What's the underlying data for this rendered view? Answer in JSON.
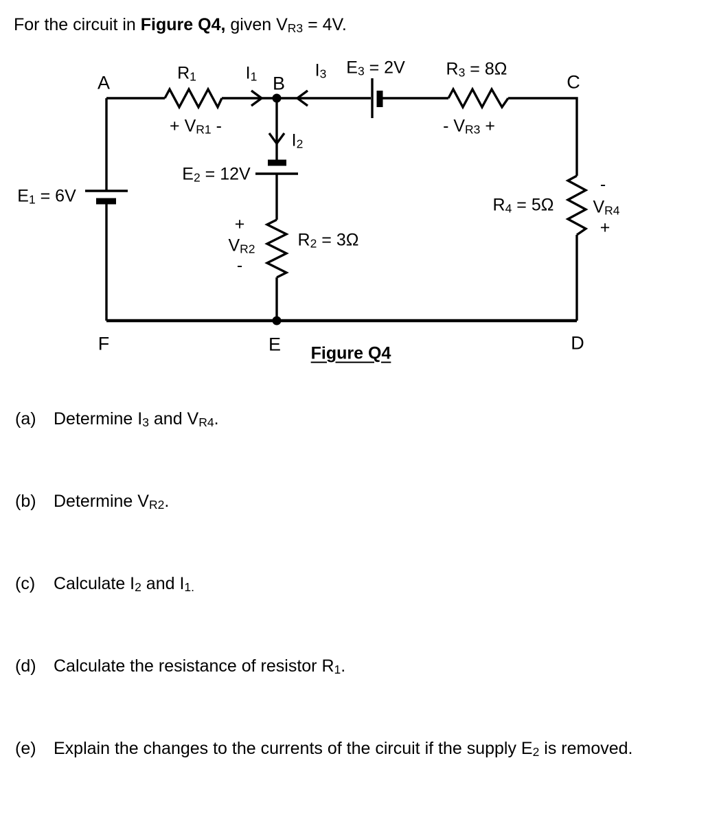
{
  "colors": {
    "ink": "#000000",
    "background": "#ffffff"
  },
  "title": {
    "parts": [
      {
        "t": "For the circuit in "
      },
      {
        "t": "Figure Q4,",
        "b": true
      },
      {
        "t": " given V"
      },
      {
        "t": "R3",
        "sub": true
      },
      {
        "t": " = 4V."
      }
    ]
  },
  "figure": {
    "caption": "Figure Q4",
    "nodes": {
      "a": "A",
      "b": "B",
      "c": "C",
      "d": "D",
      "e": "E",
      "f": "F"
    },
    "labels": {
      "r1": [
        {
          "t": "R"
        },
        {
          "t": "1",
          "sub": true
        }
      ],
      "i1": [
        {
          "t": "I"
        },
        {
          "t": "1",
          "sub": true
        }
      ],
      "i2": [
        {
          "t": "I"
        },
        {
          "t": "2",
          "sub": true
        }
      ],
      "i3": [
        {
          "t": "I"
        },
        {
          "t": "3",
          "sub": true
        }
      ],
      "e1": [
        {
          "t": "E"
        },
        {
          "t": "1",
          "sub": true
        },
        {
          "t": " = 6V"
        }
      ],
      "e2": [
        {
          "t": "E"
        },
        {
          "t": "2",
          "sub": true
        },
        {
          "t": " = 12V"
        }
      ],
      "e3": [
        {
          "t": "E"
        },
        {
          "t": "3",
          "sub": true
        },
        {
          "t": " = 2V"
        }
      ],
      "r2": [
        {
          "t": "R"
        },
        {
          "t": "2",
          "sub": true
        },
        {
          "t": " = 3Ω"
        }
      ],
      "r3": [
        {
          "t": "R"
        },
        {
          "t": "3",
          "sub": true
        },
        {
          "t": " = 8Ω"
        }
      ],
      "r4": [
        {
          "t": "R"
        },
        {
          "t": "4",
          "sub": true
        },
        {
          "t": " = 5Ω"
        }
      ],
      "vr1": [
        {
          "t": "+ V"
        },
        {
          "t": "R1",
          "sub": true
        },
        {
          "t": " -"
        }
      ],
      "vr3": [
        {
          "t": "- V"
        },
        {
          "t": "R3",
          "sub": true
        },
        {
          "t": " +"
        }
      ],
      "vr2_plus": "+",
      "vr2_name": [
        {
          "t": "V"
        },
        {
          "t": "R2",
          "sub": true
        }
      ],
      "vr2_minus": "-",
      "vr4_minus": "-",
      "vr4_name": [
        {
          "t": "V"
        },
        {
          "t": "R4",
          "sub": true
        }
      ],
      "vr4_plus": "+"
    }
  },
  "questions": [
    {
      "id": "(a)",
      "parts": [
        {
          "t": "Determine I"
        },
        {
          "t": "3",
          "sub": true
        },
        {
          "t": " and V"
        },
        {
          "t": "R4",
          "sub": true
        },
        {
          "t": "."
        }
      ]
    },
    {
      "id": "(b)",
      "parts": [
        {
          "t": "Determine V"
        },
        {
          "t": "R2",
          "sub": true
        },
        {
          "t": "."
        }
      ]
    },
    {
      "id": "(c)",
      "parts": [
        {
          "t": "Calculate I"
        },
        {
          "t": "2",
          "sub": true
        },
        {
          "t": " and I"
        },
        {
          "t": "1.",
          "sub": true
        }
      ]
    },
    {
      "id": "(d)",
      "parts": [
        {
          "t": "Calculate the resistance of resistor R"
        },
        {
          "t": "1",
          "sub": true
        },
        {
          "t": "."
        }
      ]
    },
    {
      "id": "(e)",
      "parts": [
        {
          "t": "Explain the changes to the currents of the circuit if the supply E"
        },
        {
          "t": "2",
          "sub": true
        },
        {
          "t": " is removed."
        }
      ]
    }
  ]
}
